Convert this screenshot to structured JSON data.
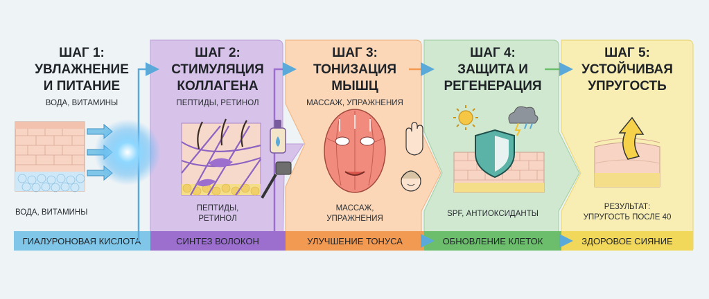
{
  "steps": [
    {
      "title_line1": "ШАГ 1:",
      "title_line2": "УВЛАЖНЕНИЕ",
      "title_line3": "И ПИТАНИЕ",
      "subtitle": "ВОДА, ВИТАМИНЫ",
      "caption_line1": "ВОДА, ВИТАМИНЫ",
      "caption_line2": "",
      "band_label": "ГИАЛУРОНОВАЯ КИСЛОТА",
      "colors": {
        "bg": "#eef3f6",
        "band": "#7fc6e8"
      }
    },
    {
      "title_line1": "ШАГ 2:",
      "title_line2": "СТИМУЛЯЦИЯ",
      "title_line3": "КОЛЛАГЕНА",
      "subtitle": "ПЕПТИДЫ, РЕТИНОЛ",
      "caption_line1": "ПЕПТИДЫ,",
      "caption_line2": "РЕТИНОЛ",
      "band_label": "СИНТЕЗ ВОЛОКОН",
      "colors": {
        "bg": "#d7c3ea",
        "band": "#9c6fcf"
      }
    },
    {
      "title_line1": "ШАГ 3:",
      "title_line2": "ТОНИЗАЦИЯ",
      "title_line3": "МЫШЦ",
      "subtitle": "МАССАЖ, УПРАЖНЕНИЯ",
      "caption_line1": "МАССАЖ,",
      "caption_line2": "УПРАЖНЕНИЯ",
      "band_label": "УЛУЧШЕНИЕ ТОНУСА",
      "colors": {
        "bg": "#fbd7b8",
        "band": "#f39a52"
      }
    },
    {
      "title_line1": "ШАГ 4:",
      "title_line2": "ЗАЩИТА И",
      "title_line3": "РЕГЕНЕРАЦИЯ",
      "subtitle": "",
      "caption_line1": "SPF, АНТИОКСИДАНТЫ",
      "caption_line2": "",
      "band_label": "ОБНОВЛЕНИЕ КЛЕТОК",
      "colors": {
        "bg": "#cfe8cf",
        "band": "#6cbd6c"
      }
    },
    {
      "title_line1": "ШАГ 5:",
      "title_line2": "УСТОЙЧИВАЯ",
      "title_line3": "УПРУГОСТЬ",
      "subtitle": "",
      "caption_line1": "РЕЗУЛЬТАТ:",
      "caption_line2": "УПРУГОСТЬ ПОСЛЕ 40",
      "band_label": "ЗДОРОВОЕ СИЯНИЕ",
      "colors": {
        "bg": "#f8edb2",
        "band": "#f2d85a"
      }
    }
  ],
  "icons": {
    "step1": [
      "skin-layers-icon",
      "hydration-arrow-icon",
      "glow-orb-icon"
    ],
    "step2": [
      "collagen-fibers-icon",
      "serum-dropper-icon",
      "derma-roller-icon"
    ],
    "step3": [
      "face-muscles-icon",
      "hand-icon",
      "face-woman-icon"
    ],
    "step4": [
      "sun-icon",
      "storm-cloud-icon",
      "shield-icon",
      "skin-layers-icon"
    ],
    "step5": [
      "skin-layers-icon",
      "upward-arrow-icon"
    ]
  },
  "colors": {
    "connector_arrow": "#5aa9d8",
    "text": "#1f2328"
  }
}
